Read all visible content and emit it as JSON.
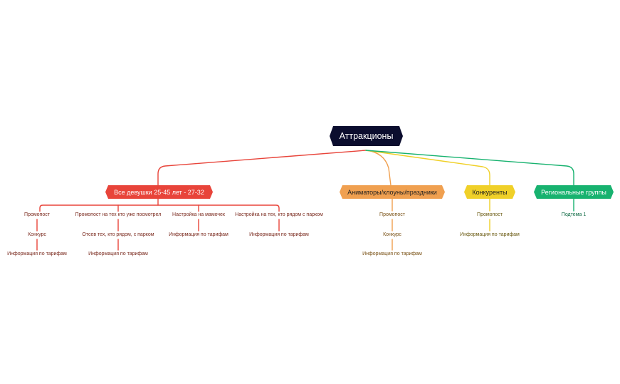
{
  "mindmap": {
    "root": {
      "label": "Аттракционы"
    },
    "branches": [
      {
        "key": "red",
        "label": "Все девушки 25-45 лет - 27-32",
        "color": "#e8443a",
        "children": [
          {
            "label": "Промопост",
            "children": [
              {
                "label": "Конкурс",
                "children": [
                  {
                    "label": "Информация по тарифам"
                  }
                ]
              }
            ]
          },
          {
            "label": "Промопост на тех кто уже посмотрел",
            "children": [
              {
                "label": "Отсев тех, кто рядом, с парком",
                "children": [
                  {
                    "label": "Информация по тарифам"
                  }
                ]
              }
            ]
          },
          {
            "label": "Настройка на мамочек",
            "children": [
              {
                "label": "Информация по тарифам"
              }
            ]
          },
          {
            "label": "Настройка на тех, кто рядом с парком",
            "children": [
              {
                "label": "Информация по тарифам"
              }
            ]
          }
        ]
      },
      {
        "key": "orange",
        "label": "Аниматоры/клоуны/праздники",
        "color": "#f0a050",
        "children": [
          {
            "label": "Промопост",
            "children": [
              {
                "label": "Конкурс",
                "children": [
                  {
                    "label": "Информация по тарифам"
                  }
                ]
              }
            ]
          }
        ]
      },
      {
        "key": "yellow",
        "label": "Конкуренты",
        "color": "#f0d028",
        "children": [
          {
            "label": "Промопост",
            "children": [
              {
                "label": "Информация по тарифам"
              }
            ]
          }
        ]
      },
      {
        "key": "green",
        "label": "Региональные группы",
        "color": "#17b26f",
        "children": [
          {
            "label": "Подтема 1"
          }
        ]
      }
    ]
  }
}
